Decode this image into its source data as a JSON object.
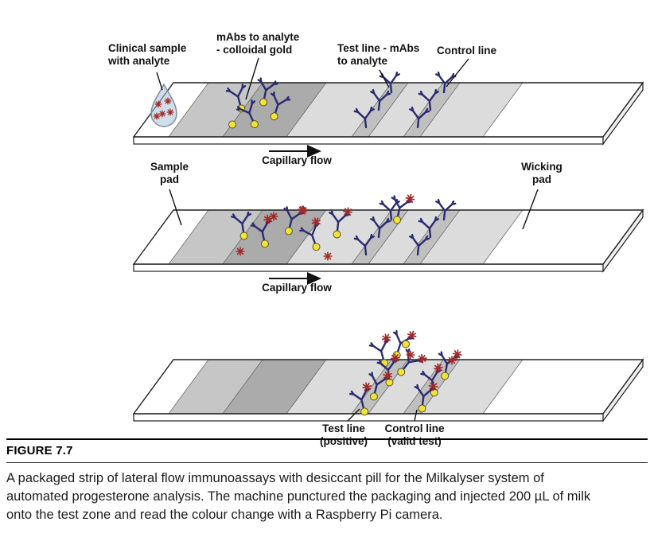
{
  "figure": {
    "label": "FIGURE 7.7",
    "caption": "A packaged strip of lateral flow immunoassays with desiccant pill for the Milkalyser system of automated progesterone analysis. The machine punctured the packaging and injected 200 µL of milk onto the test zone and read the colour change with a Raspberry Pi camera."
  },
  "labels": {
    "clinical_sample": "Clinical sample with analyte",
    "mabs_gold": "mAbs to analyte - colloidal gold",
    "test_line": "Test line - mAbs to analyte",
    "control_line": "Control line",
    "capillary_flow": "Capillary flow",
    "sample_pad": "Sample pad",
    "wicking_pad": "Wicking pad",
    "test_line_positive": "Test line (positive)",
    "control_line_valid": "Control line (valid test)"
  },
  "colors": {
    "antibody": "#2b2b72",
    "gold": "#f2e33c",
    "analyte": "#a12a2a",
    "membrane": "#dcdcdc",
    "pad-dark": "#ababab",
    "pad-medium": "#c6c6c6",
    "line-band": "#c0c0c0",
    "droplet": "#a9c3d9"
  }
}
